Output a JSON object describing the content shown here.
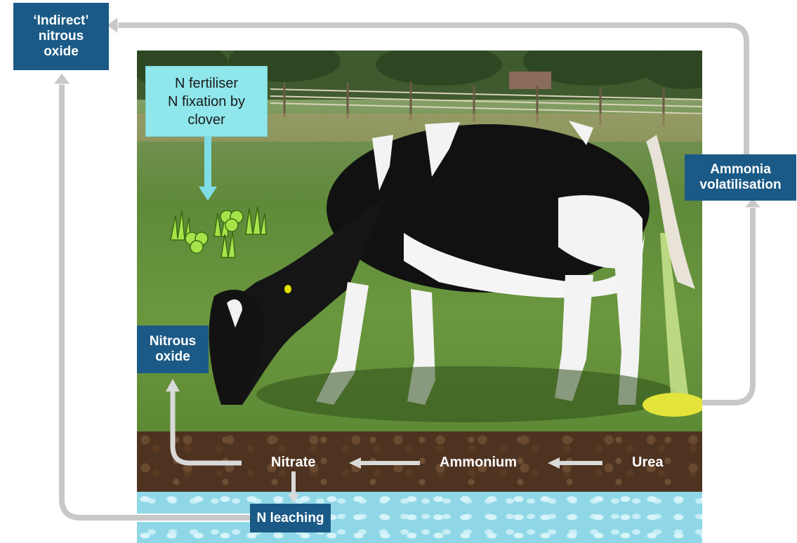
{
  "boxes": {
    "indirect_nitrous_oxide": [
      "‘Indirect’",
      "nitrous",
      "oxide"
    ],
    "ammonia_volatilisation": [
      "Ammonia",
      "volatilisation"
    ],
    "nitrous_oxide": [
      "Nitrous",
      "oxide"
    ],
    "n_leaching": "N leaching",
    "n_inputs": [
      "N fertiliser",
      "N fixation by",
      "clover"
    ]
  },
  "flow": {
    "nitrate": "Nitrate",
    "ammonium": "Ammonium",
    "urea": "Urea"
  },
  "colors": {
    "box_dark": "#1b5a86",
    "box_light": "#8fe7ec",
    "arrow_gray": "#c8c8c8",
    "soil": "#4e3320",
    "water": "#8fd7e6",
    "urine_patch": "#e3e43a"
  }
}
